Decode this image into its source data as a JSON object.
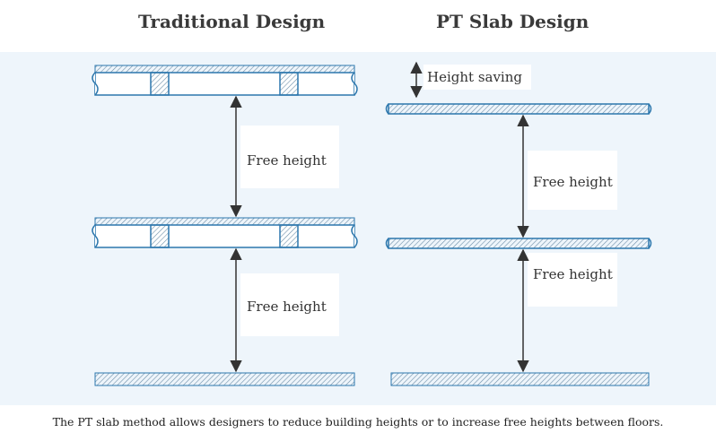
{
  "headings": {
    "traditional": "Traditional Design",
    "pt_slab": "PT Slab Design"
  },
  "labels": {
    "free_height": "Free height",
    "height_saving": "Height saving"
  },
  "caption": "The PT slab method allows designers to reduce building heights or to increase free heights between floors.",
  "colors": {
    "panel_background": "#eef5fb",
    "slab_fill": "#8cc0e3",
    "slab_stroke": "#2c77ad",
    "hatch": "#6d8ea8",
    "arrow": "#333333",
    "label_background": "#ffffff"
  }
}
